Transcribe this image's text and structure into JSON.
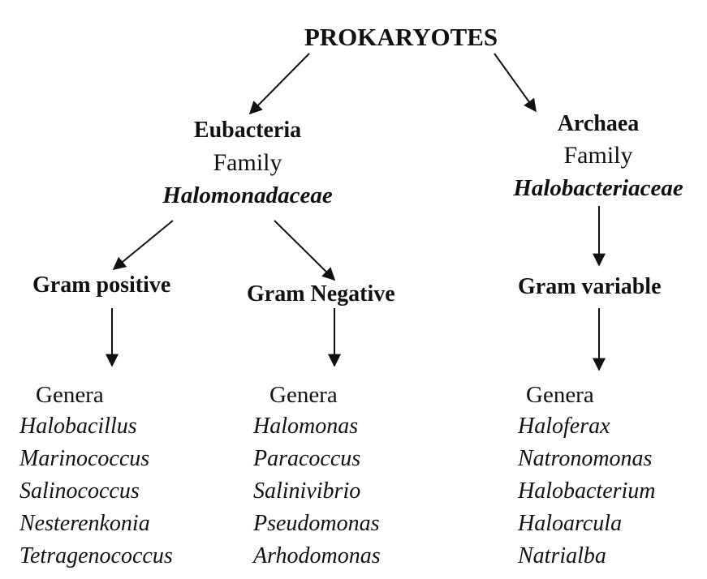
{
  "root": {
    "title": "PROKARYOTES"
  },
  "eubacteria": {
    "title": "Eubacteria",
    "family_label": "Family",
    "family_name": "Halomonadaceae"
  },
  "archaea": {
    "title": "Archaea",
    "family_label": "Family",
    "family_name": "Halobacteriaceae"
  },
  "groups": {
    "gram_positive": "Gram positive",
    "gram_negative": "Gram Negative",
    "gram_variable": "Gram variable"
  },
  "genera": [
    {
      "heading": "Genera",
      "items": [
        "Halobacillus",
        "Marinococcus",
        "Salinococcus",
        "Nesterenkonia",
        "Tetragenococcus"
      ]
    },
    {
      "heading": "Genera",
      "items": [
        "Halomonas",
        "Paracoccus",
        "Salinivibrio",
        "Pseudomonas",
        "Arhodomonas"
      ]
    },
    {
      "heading": "Genera",
      "items": [
        "Haloferax",
        "Natronomonas",
        "Halobacterium",
        "Haloarcula",
        "Natrialba"
      ]
    }
  ]
}
